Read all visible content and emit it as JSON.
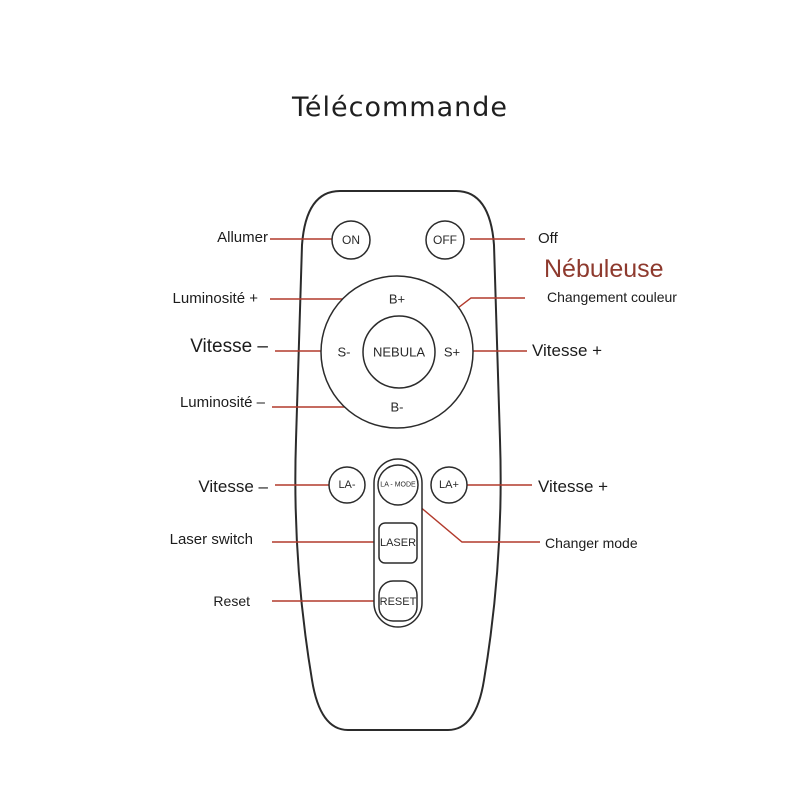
{
  "title": "Télécommande",
  "colors": {
    "leader": "#b23a2c",
    "accent_text": "#8e3a2e",
    "outline": "#2b2b2b"
  },
  "buttons": {
    "on": "ON",
    "off": "OFF",
    "b_plus": "B+",
    "b_minus": "B-",
    "s_minus": "S-",
    "s_plus": "S+",
    "nebula": "NEBULA",
    "la_minus": "LA-",
    "la_mode": "LA - MODE",
    "la_plus": "LA+",
    "laser": "LASER",
    "reset": "RESET"
  },
  "callouts": {
    "allumer": "Allumer",
    "off": "Off",
    "nebuleuse": "Nébuleuse",
    "changement_couleur": "Changement couleur",
    "luminosite_plus": "Luminosité +",
    "vitesse_minus_1": "Vitesse –",
    "vitesse_plus_1": "Vitesse +",
    "luminosite_minus": "Luminosité –",
    "vitesse_minus_2": "Vitesse –",
    "vitesse_plus_2": "Vitesse +",
    "laser_switch": "Laser switch",
    "changer_mode": "Changer mode",
    "reset": "Reset"
  }
}
